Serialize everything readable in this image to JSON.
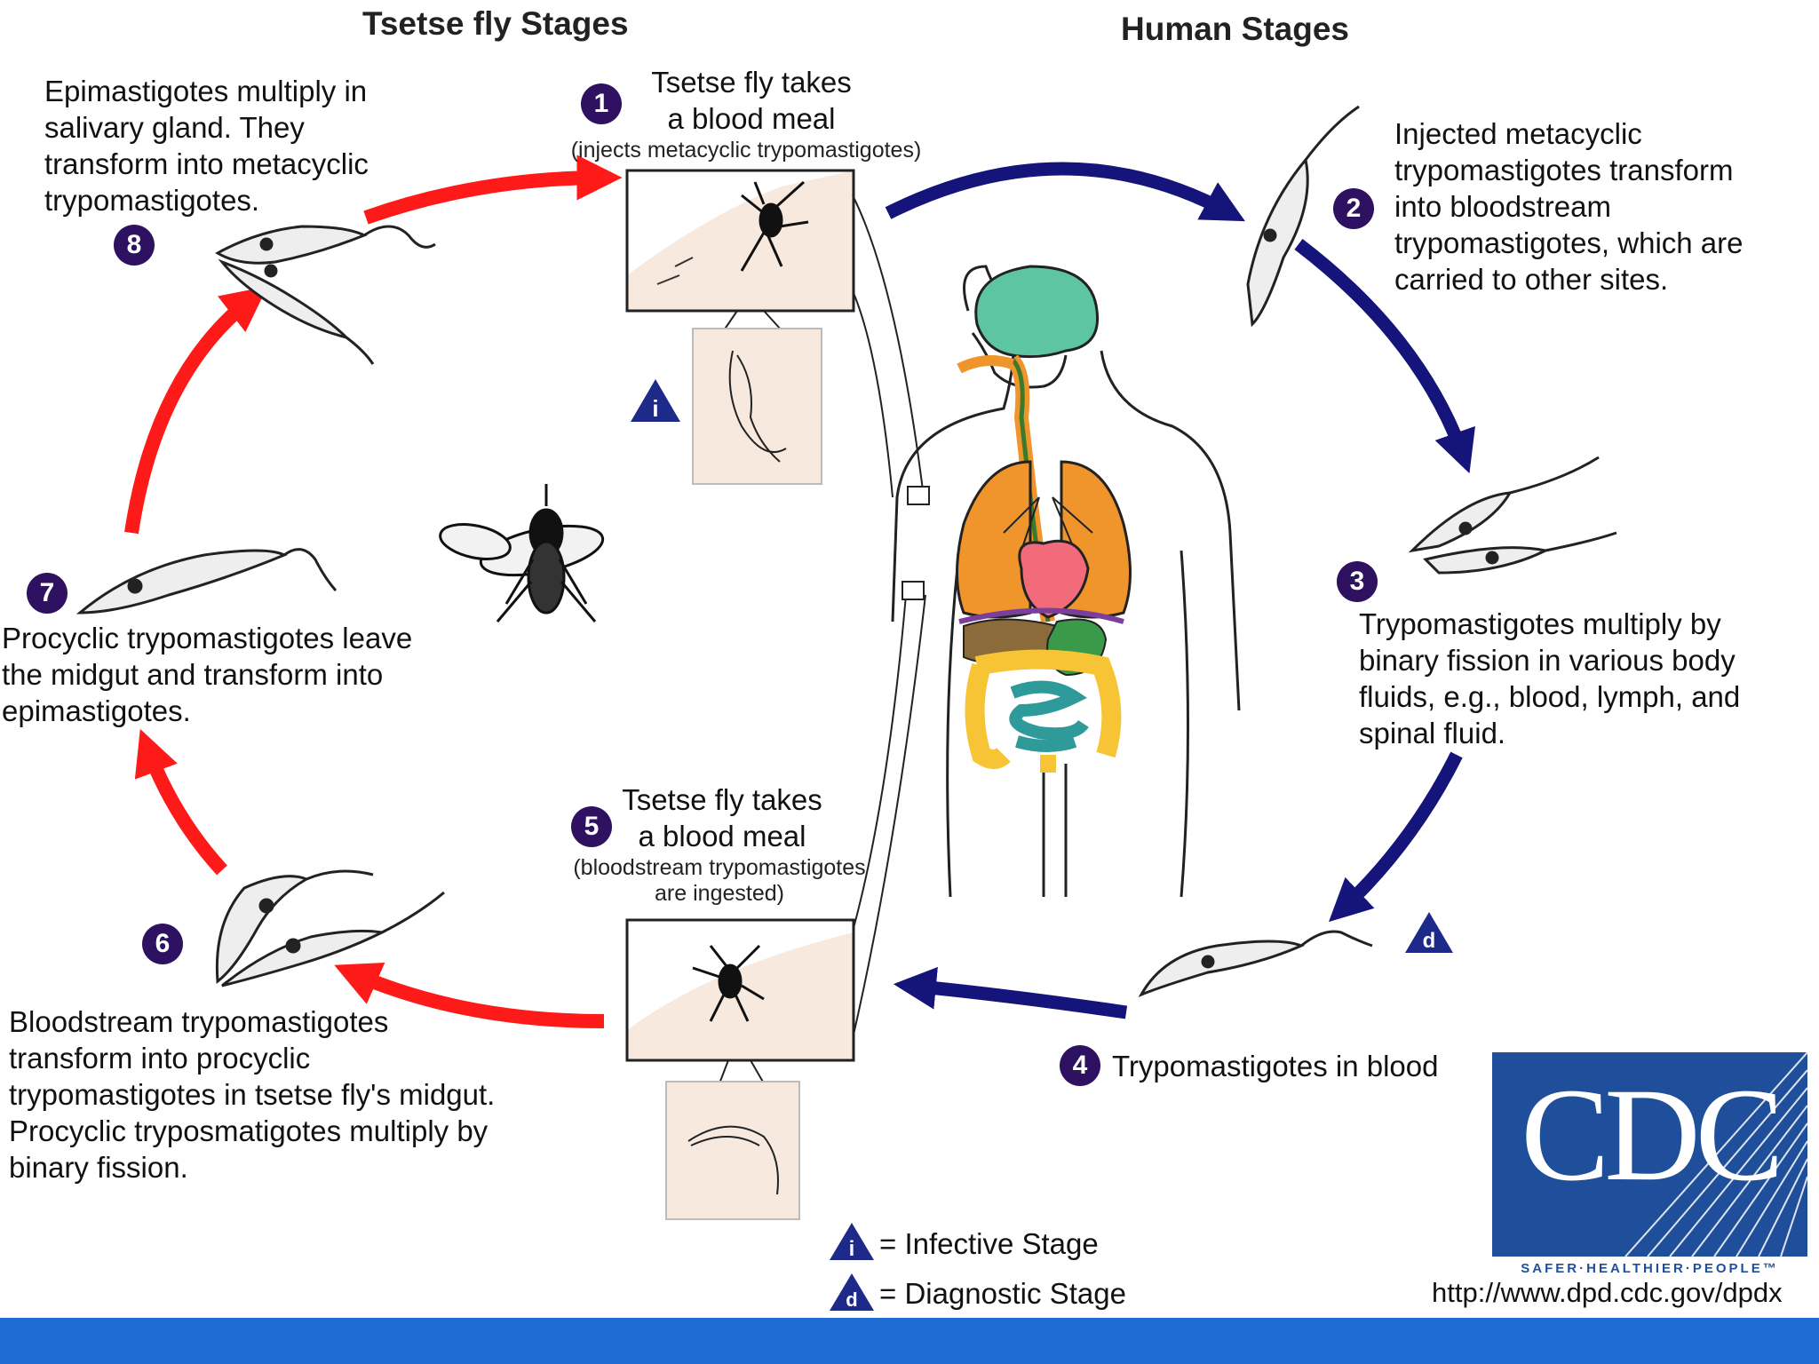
{
  "headers": {
    "tsetse": "Tsetse fly Stages",
    "human": "Human Stages"
  },
  "stages": {
    "s1": {
      "num": "1",
      "line1": "Tsetse fly takes",
      "line2": "a blood meal",
      "note": "(injects metacyclic trypomastigotes)"
    },
    "s2": {
      "num": "2",
      "text": "Injected metacyclic trypomastigotes transform into bloodstream trypomastigotes, which are carried to other sites."
    },
    "s3": {
      "num": "3",
      "text": "Trypomastigotes multiply by binary fission in various body fluids, e.g., blood, lymph, and spinal fluid."
    },
    "s4": {
      "num": "4",
      "text": "Trypomastigotes in blood"
    },
    "s5": {
      "num": "5",
      "line1": "Tsetse fly takes",
      "line2": "a blood meal",
      "note1": "(bloodstream trypomastigotes",
      "note2": "are ingested)"
    },
    "s6": {
      "num": "6",
      "text": "Bloodstream trypomastigotes transform into procyclic trypomastigotes in tsetse fly's midgut. Procyclic tryposmatigotes multiply by binary fission."
    },
    "s7": {
      "num": "7",
      "text": "Procyclic trypomastigotes leave the midgut and transform into epimastigotes."
    },
    "s8": {
      "num": "8",
      "text": "Epimastigotes multiply in salivary gland. They transform into metacyclic trypomastigotes."
    }
  },
  "legend": {
    "infective_symbol": "i",
    "infective_label": "= Infective Stage",
    "diagnostic_symbol": "d",
    "diagnostic_label": "= Diagnostic Stage"
  },
  "logo": {
    "letters": "CDC",
    "tagline": "SAFER·HEALTHIER·PEOPLE™",
    "url": "http://www.dpd.cdc.gov/dpdx"
  },
  "colors": {
    "human_arrow": "#14147a",
    "fly_arrow": "#ff1a1a",
    "number_badge": "#2e1160",
    "cdc_blue": "#1f4f9a",
    "footer": "#1f6bd4"
  }
}
